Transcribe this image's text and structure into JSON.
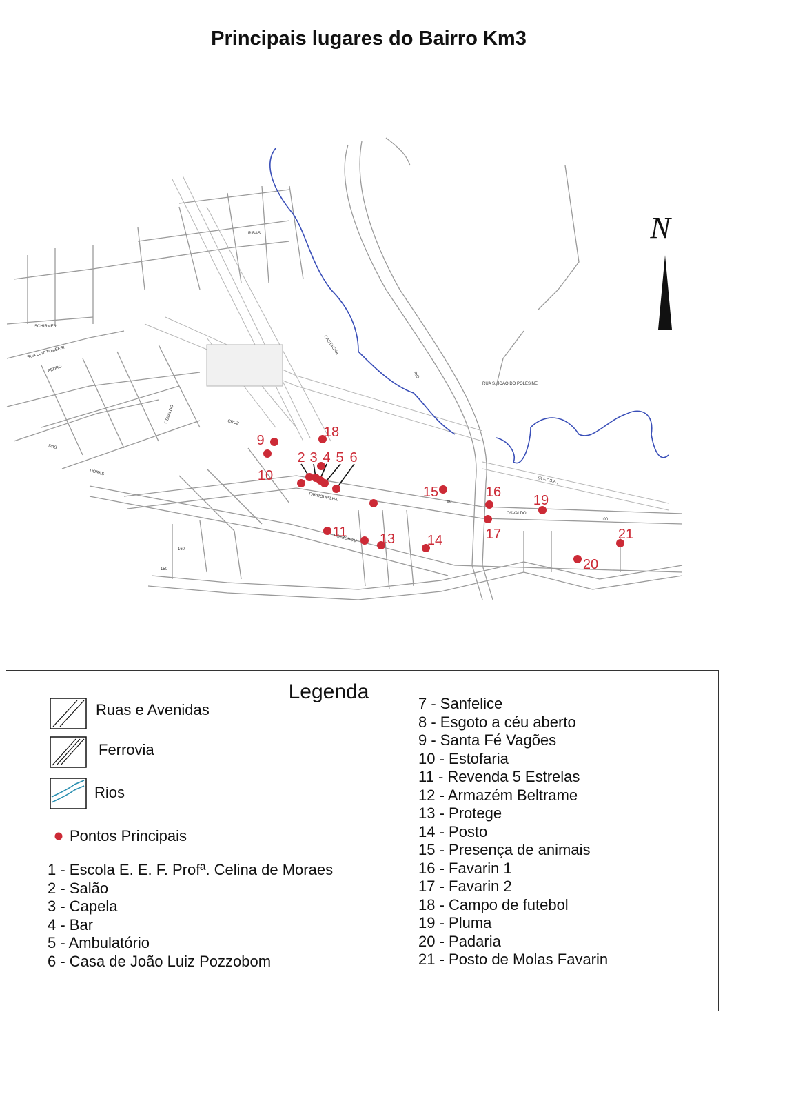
{
  "title": "Principais lugares do Bairro Km3",
  "north_letter": "N",
  "colors": {
    "points": "#cc2a36",
    "river": "#3a4fb8",
    "streets": "#9a9a9a",
    "legend_river": "#2a8fb0"
  },
  "points": [
    {
      "label": "2",
      "name": "Salão"
    },
    {
      "label": "3",
      "name": "Capela"
    },
    {
      "label": "4",
      "name": "Bar"
    },
    {
      "label": "5",
      "name": "Ambulatório"
    },
    {
      "label": "6",
      "name": "Casa de João Luiz Pozzobom"
    },
    {
      "label": "9",
      "name": "Santa Fé Vagões"
    },
    {
      "label": "10",
      "name": "Estofaria"
    },
    {
      "label": "11",
      "name": "Revenda 5 Estrelas"
    },
    {
      "label": "13",
      "name": "Protege"
    },
    {
      "label": "14",
      "name": "Posto"
    },
    {
      "label": "15",
      "name": "Presença de animais"
    },
    {
      "label": "16",
      "name": "Favarin 1"
    },
    {
      "label": "17",
      "name": "Favarin 2"
    },
    {
      "label": "18",
      "name": "Campo de futebol"
    },
    {
      "label": "19",
      "name": "Pluma"
    },
    {
      "label": "20",
      "name": "Padaria"
    },
    {
      "label": "21",
      "name": "Posto de Molas Favarin"
    }
  ],
  "street_labels": {
    "rio": "RIO",
    "castagna": "CASTAGNA",
    "cruz": "CRUZ",
    "osvaldo_map": "OSVALDO",
    "osvaldo_w": "OSVALDO",
    "av": "AV.",
    "rffsa": "(R.F.F.S.A.)",
    "farroupilha": "FARROUPILHA",
    "pozzobom": "POZZOBOM",
    "pedro": "PEDRO",
    "rua_luiz_tomberi": "RUA LUIZ TOMBERI",
    "das": "DAS",
    "dores": "DORES",
    "rua_s_joao": "RUA S. JOAO DO POLESINE",
    "ribas": "RIBAS",
    "schirmer": "SCHIRMER",
    "n160": "160",
    "n150": "150",
    "n100": "100"
  },
  "legend": {
    "title": "Legenda",
    "symbols": {
      "ruas": "Ruas e Avenidas",
      "ferrovia": "Ferrovia",
      "rios": "Rios",
      "pontos": "Pontos Principais"
    },
    "items_left": [
      "1 - Escola E. E. F. Profª.  Celina de Moraes",
      "2 - Salão",
      "3 - Capela",
      "4 - Bar",
      "5 - Ambulatório",
      "6 - Casa de João Luiz Pozzobom"
    ],
    "items_right": [
      "7 - Sanfelice",
      "8 - Esgoto a céu aberto",
      "9 - Santa Fé Vagões",
      "10 - Estofaria",
      "11 - Revenda 5 Estrelas",
      "12 - Armazém Beltrame",
      "13 - Protege",
      "14 - Posto",
      "15 - Presença de animais",
      "16 - Favarin 1",
      "17 - Favarin 2",
      "18 - Campo de futebol",
      "19 - Pluma",
      "20 - Padaria",
      "21 - Posto de Molas Favarin"
    ]
  }
}
